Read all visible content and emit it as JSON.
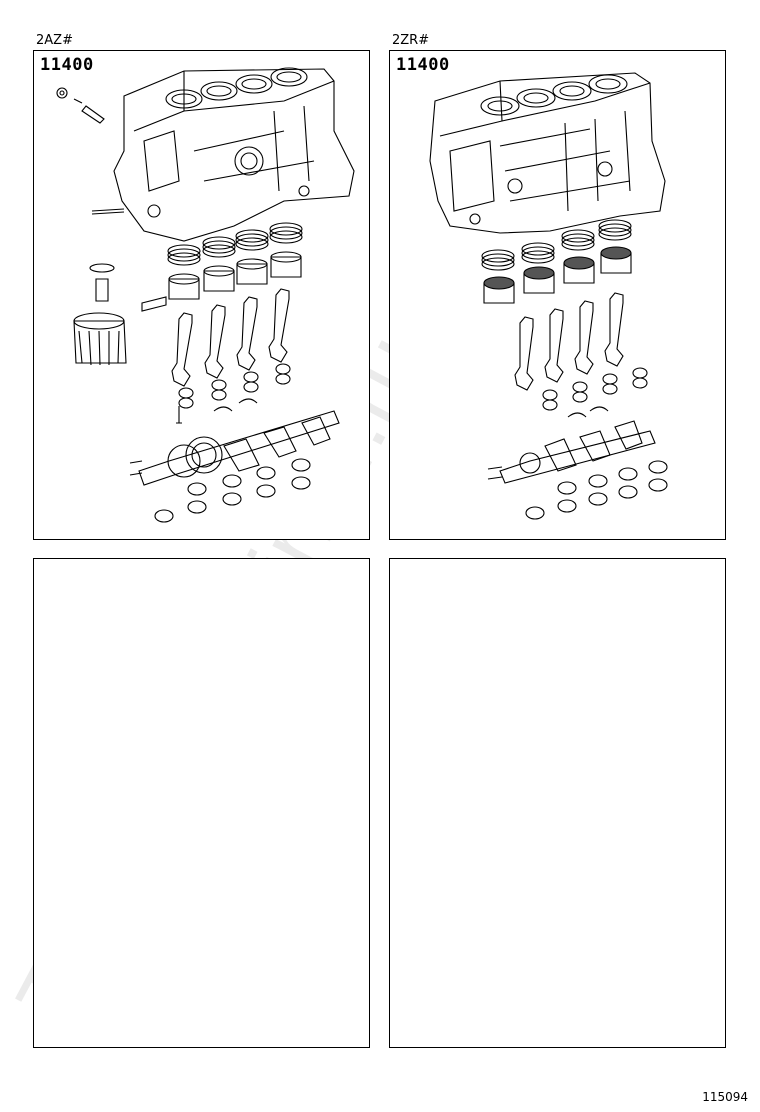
{
  "panels": [
    {
      "engine": "2AZ#",
      "part_number": "11400"
    },
    {
      "engine": "2ZR#",
      "part_number": "11400"
    },
    {
      "engine": "",
      "part_number": ""
    },
    {
      "engine": "",
      "part_number": ""
    }
  ],
  "watermark": "ToyotaCarMirror.ru",
  "sheet_number": "115094",
  "colors": {
    "line": "#000000",
    "watermark": "#e8e8e8",
    "background": "#ffffff"
  }
}
